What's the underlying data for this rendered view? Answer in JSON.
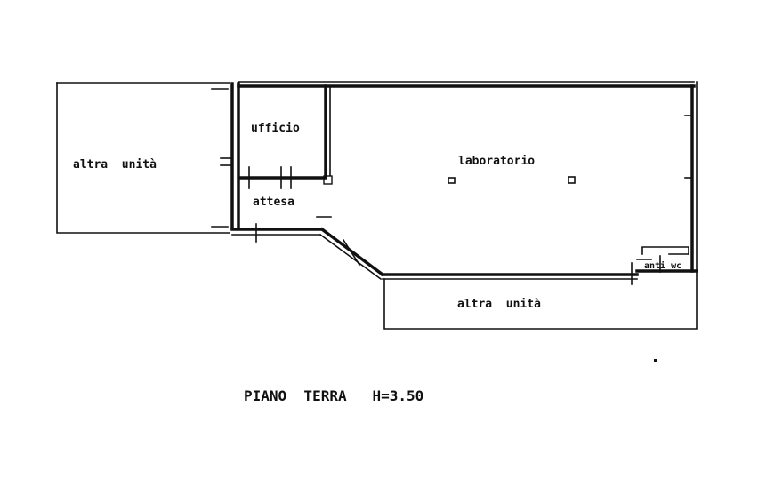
{
  "plan": {
    "rooms": {
      "altra_unita_left": "altra  unità",
      "ufficio": "ufficio",
      "attesa": "attesa",
      "laboratorio": "laboratorio",
      "anti_wc": "anti wc",
      "altra_unita_bottom": "altra  unità"
    },
    "caption": "PIANO  TERRA   H=3.50"
  }
}
